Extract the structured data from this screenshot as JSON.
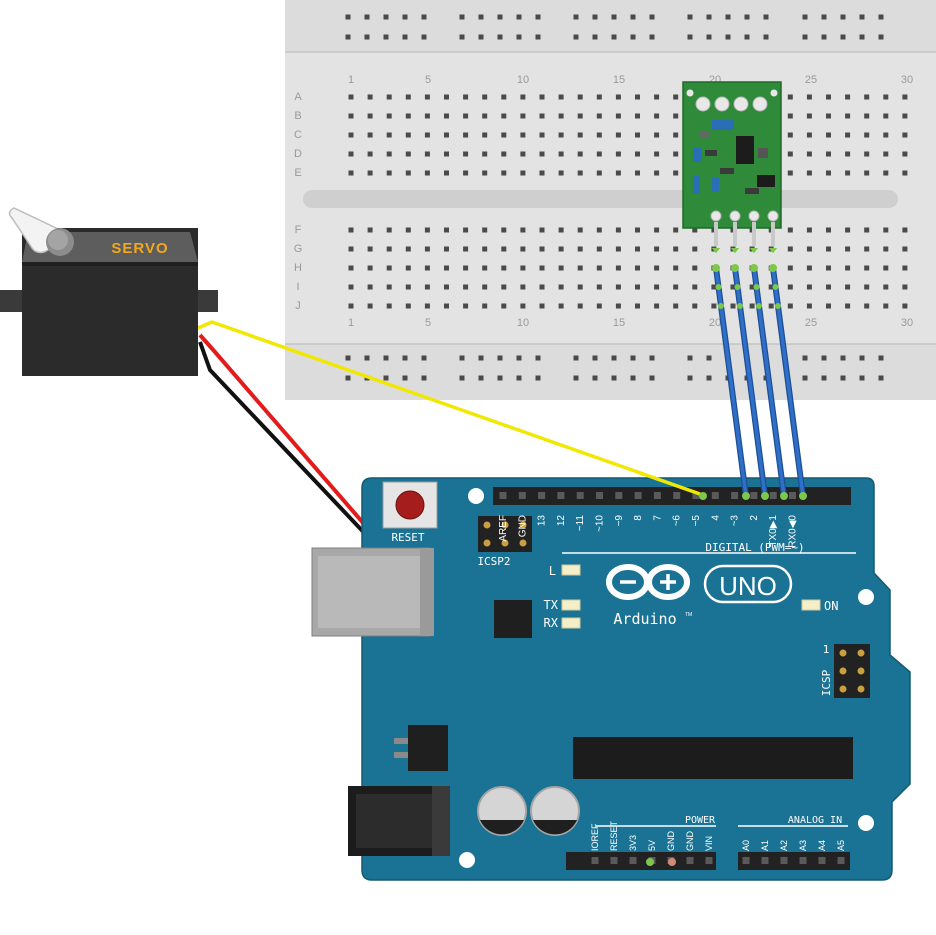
{
  "servo": {
    "label": "SERVO",
    "body_color": "#2b2b2b",
    "label_color": "#f2a81d"
  },
  "breadboard": {
    "columns_top": [
      "1",
      "5",
      "10",
      "15",
      "20",
      "25",
      "30"
    ],
    "columns_bottom": [
      "1",
      "5",
      "10",
      "15",
      "20",
      "25",
      "30"
    ],
    "rows_top": [
      "A",
      "B",
      "C",
      "D",
      "E"
    ],
    "rows_bottom": [
      "F",
      "G",
      "H",
      "I",
      "J"
    ],
    "color": "#dcdcdc"
  },
  "arduino": {
    "logo_text": "Arduino",
    "tm": "TM",
    "model": "UNO",
    "reset_label": "RESET",
    "icsp2_label": "ICSP2",
    "icsp_label": "ICSP",
    "icsp_pin1": "1",
    "led_l": "L",
    "led_tx": "TX",
    "led_rx": "RX",
    "on_label": "ON",
    "digital_label": "DIGITAL (PWM=~)",
    "power_label": "POWER",
    "analog_label": "ANALOG IN",
    "digital_pins": [
      "AREF",
      "GND",
      "13",
      "12",
      "~11",
      "~10",
      "~9",
      "8",
      "7",
      "~6",
      "~5",
      "4",
      "~3",
      "2",
      "TX0▶1",
      "RX0◀0"
    ],
    "power_pins": [
      "IOREF",
      "RESET",
      "3V3",
      "5V",
      "GND",
      "GND",
      "VIN"
    ],
    "analog_pins": [
      "A0",
      "A1",
      "A2",
      "A3",
      "A4",
      "A5"
    ],
    "board_color": "#1a7394"
  },
  "colors": {
    "signal_wire": "#f0e800",
    "power_wire": "#e31b1b",
    "ground_wire": "#111111",
    "jumper_wire": "#2f6fc8",
    "module_pcb": "#2f8a3a"
  }
}
